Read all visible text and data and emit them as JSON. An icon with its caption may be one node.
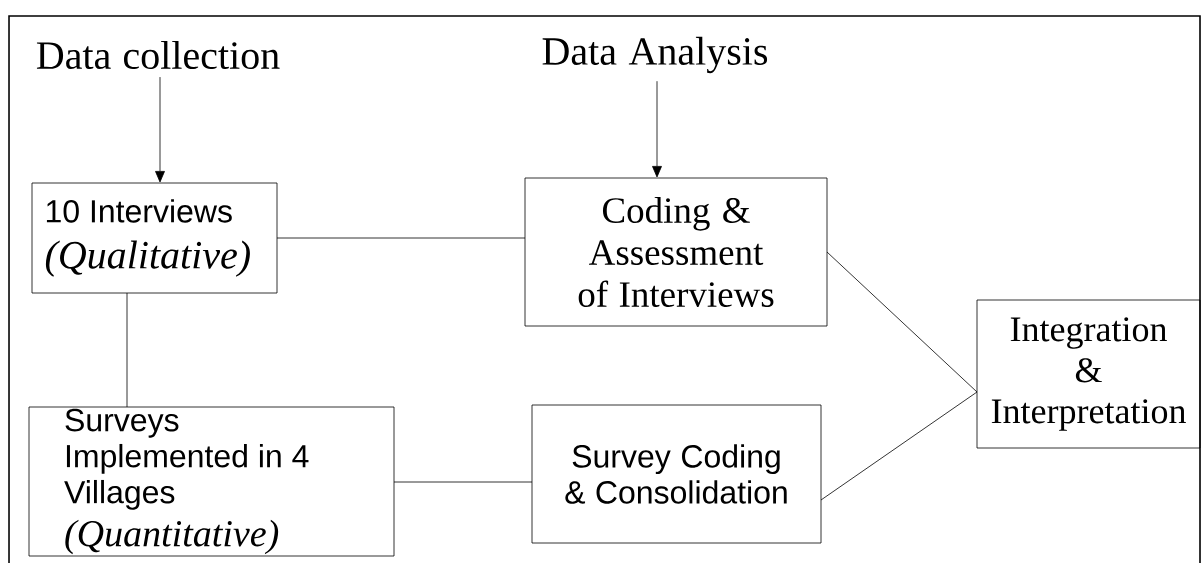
{
  "diagram": {
    "nodes": [
      {
        "text": [
          "Data collection"
        ]
      },
      {
        "text": [
          "Data Analysis"
        ]
      },
      {
        "text": [
          "10 Interviews",
          "(Qualitative)"
        ]
      },
      {
        "text": [
          "Coding & Assessment of Interviews"
        ]
      },
      {
        "text": [
          "Surveys Implemented in 4 Villages",
          "(Quantitative)"
        ]
      },
      {
        "text": [
          "Survey Coding & Consolidation"
        ]
      },
      {
        "text": [
          "Integration & Interpretation"
        ]
      }
    ],
    "edges": [
      {
        "from": 0,
        "to": 2,
        "arrow": "to"
      },
      {
        "from": 1,
        "to": 3,
        "arrow": "to"
      },
      {
        "from": 2,
        "to": 3,
        "arrow": "none"
      },
      {
        "from": 2,
        "to": 4,
        "arrow": "none"
      },
      {
        "from": 4,
        "to": 5,
        "arrow": "none"
      },
      {
        "from": 3,
        "to": 6,
        "arrow": "none"
      },
      {
        "from": 5,
        "to": 6,
        "arrow": "none"
      }
    ]
  }
}
